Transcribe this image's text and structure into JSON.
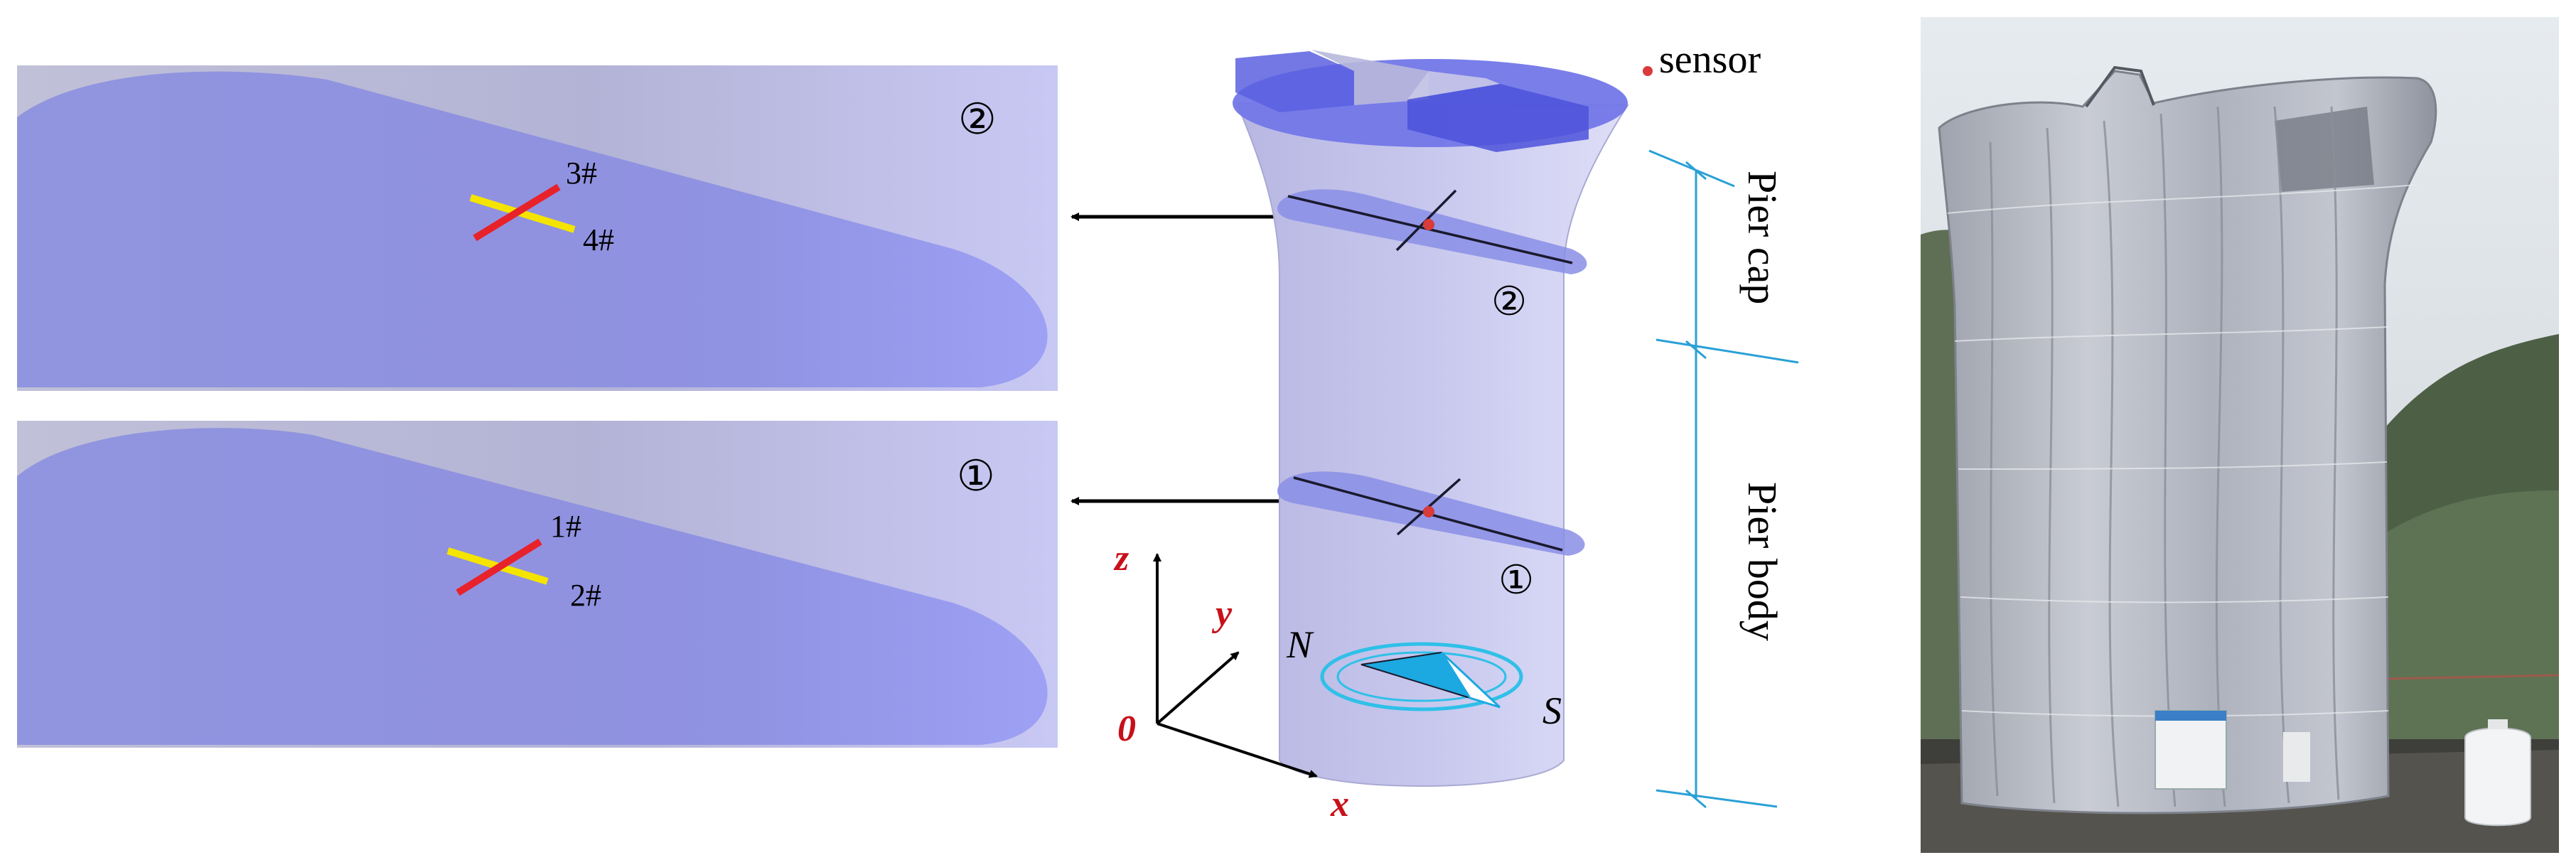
{
  "legend": {
    "marker_label": "sensor",
    "marker_color": "#d93a3a"
  },
  "section_views": [
    {
      "id": "upper",
      "circled_label": "②",
      "sensor_a": "3#",
      "sensor_b": "4#"
    },
    {
      "id": "lower",
      "circled_label": "①",
      "sensor_a": "1#",
      "sensor_b": "2#"
    }
  ],
  "pier": {
    "section_labels": {
      "upper": "②",
      "lower": "①"
    },
    "dimension_labels": {
      "cap": "Pier cap",
      "body": "Pier body"
    }
  },
  "axes": {
    "x": "x",
    "y": "y",
    "z": "z",
    "origin": "0"
  },
  "compass": {
    "north": "N",
    "south": "S"
  },
  "colors": {
    "slab_fill": "#8a8ee6",
    "panel_bg": "#b6b6d8",
    "pier_fill": "#c9c9ec",
    "pier_top": "#6f74e6",
    "sensor_red": "#e8222a",
    "sensor_yellow": "#f4e400",
    "dimension_line": "#2aa0d6",
    "compass_cyan": "#2fc0e8",
    "axis_label_red": "#c8101a"
  },
  "photo": {
    "description": "Field photo of wrapped pier"
  }
}
